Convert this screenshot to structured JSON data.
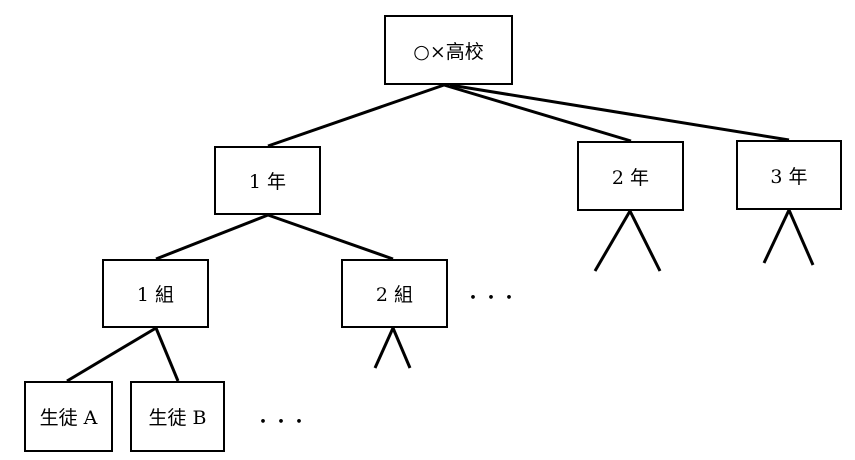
{
  "tree": {
    "root": {
      "label": "○×高校"
    },
    "years": [
      {
        "label": "1 年"
      },
      {
        "label": "2 年"
      },
      {
        "label": "3 年"
      }
    ],
    "classes": [
      {
        "label": "1 組"
      },
      {
        "label": "2 組"
      }
    ],
    "students": [
      {
        "label": "生徒 A"
      },
      {
        "label": "生徒 B"
      }
    ],
    "ellipsis_classes": "・・・",
    "ellipsis_students": "・・・"
  },
  "colors": {
    "line": "#000000",
    "box_border": "#000000",
    "background": "#ffffff"
  }
}
